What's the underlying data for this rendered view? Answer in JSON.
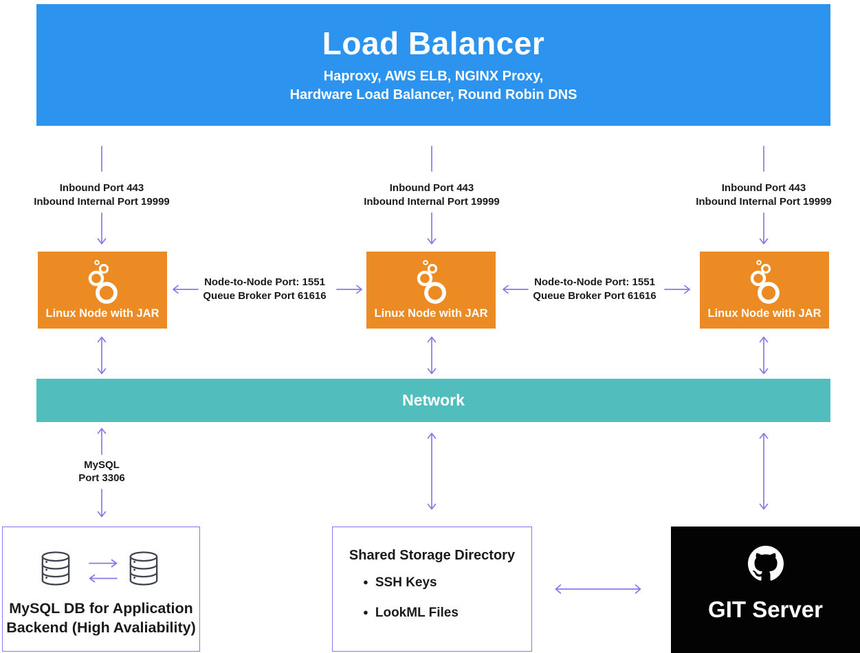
{
  "banner": {
    "title": "Load Balancer",
    "subtitle_line1": "Haproxy, AWS ELB, NGINX Proxy,",
    "subtitle_line2": "Hardware Load Balancer, Round Robin DNS"
  },
  "inbound_labels": [
    {
      "line1": "Inbound Port 443",
      "line2": "Inbound Internal Port 19999"
    },
    {
      "line1": "Inbound Port 443",
      "line2": "Inbound Internal Port 19999"
    },
    {
      "line1": "Inbound Port 443",
      "line2": "Inbound Internal Port 19999"
    }
  ],
  "nodes": [
    {
      "label": "Linux Node with JAR"
    },
    {
      "label": "Linux Node with JAR"
    },
    {
      "label": "Linux Node with JAR"
    }
  ],
  "node_links": [
    {
      "line1": "Node-to-Node Port: 1551",
      "line2": "Queue Broker Port 61616"
    },
    {
      "line1": "Node-to-Node Port: 1551",
      "line2": "Queue Broker Port 61616"
    }
  ],
  "network": {
    "label": "Network"
  },
  "mysql_link": {
    "line1": "MySQL",
    "line2": "Port 3306"
  },
  "mysql_box": {
    "line1": "MySQL DB for Application",
    "line2": "Backend (High Avaliability)"
  },
  "storage_box": {
    "title": "Shared Storage Directory",
    "bullets": [
      "SSH Keys",
      "LookML Files"
    ]
  },
  "git_box": {
    "label": "GIT Server"
  },
  "icons": {
    "node": "looker-bubbles-icon",
    "database": "database-cylinder-icon",
    "git": "github-octocat-icon"
  },
  "colors": {
    "load_balancer_bg": "#2C93EF",
    "node_bg": "#EC8B24",
    "network_bg": "#52BDBD",
    "connector_purple": "#8677EB",
    "git_bg": "#030303",
    "label_text": "#1A1A1A"
  }
}
